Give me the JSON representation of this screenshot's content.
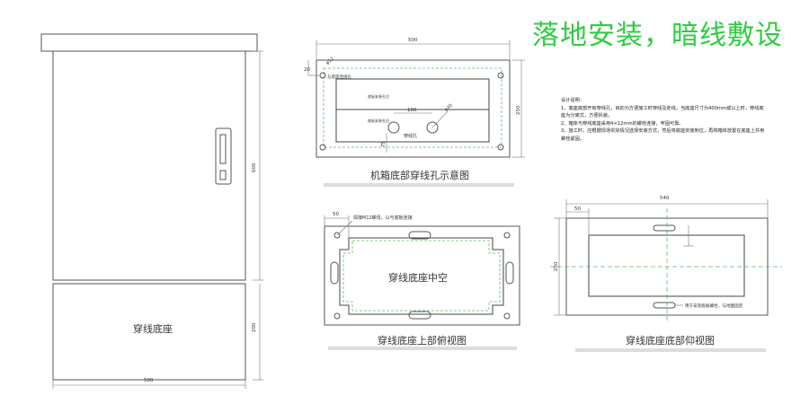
{
  "title": "落地安装，暗线敷设",
  "cabinet": {
    "base_label": "穿线底座",
    "dim_width": "500",
    "dim_height": "600",
    "dim_base": "200"
  },
  "view_bottom_holes": {
    "caption": "机箱底部穿线孔示意图",
    "dim_width": "500",
    "dim_height": "250",
    "dim_corner": "20",
    "dim_hole_dia": "φ12",
    "dim_hole_spacing": "100",
    "dim_cable_dia": "φ30",
    "dim_edge": "75",
    "label_base_hole": "与底座连接孔",
    "label_row1": "底板安装孔位",
    "label_row2": "底板安装孔位",
    "label_cable_hole": "穿线孔"
  },
  "view_top": {
    "caption": "穿线底座上部俯视图",
    "center_label": "穿线底座中空",
    "dim_offset": "50",
    "bolt_note": "焊接M12螺母，以与底板连接"
  },
  "view_bottom": {
    "caption": "穿线底座底部仰视图",
    "dim_width": "540",
    "dim_offset": "50",
    "dim_height": "250",
    "note": "用于安装膨胀螺栓，与地面固定"
  },
  "notes": {
    "heading": "设计说明：",
    "items": [
      "1、底座底部开有穿线孔，目的为方便施工时穿线及走线，当底座尺寸为400mm或以上时，穿线底座为分离式，方便拆装。",
      "2、箱体与穿线底座采用4×12mm的螺栓连接，牢固可靠。",
      "3、施工时，应根据现场实际情况选择安装方式，然后将底座安装到位，再将箱体放置在底座上并用螺栓紧固。"
    ]
  }
}
